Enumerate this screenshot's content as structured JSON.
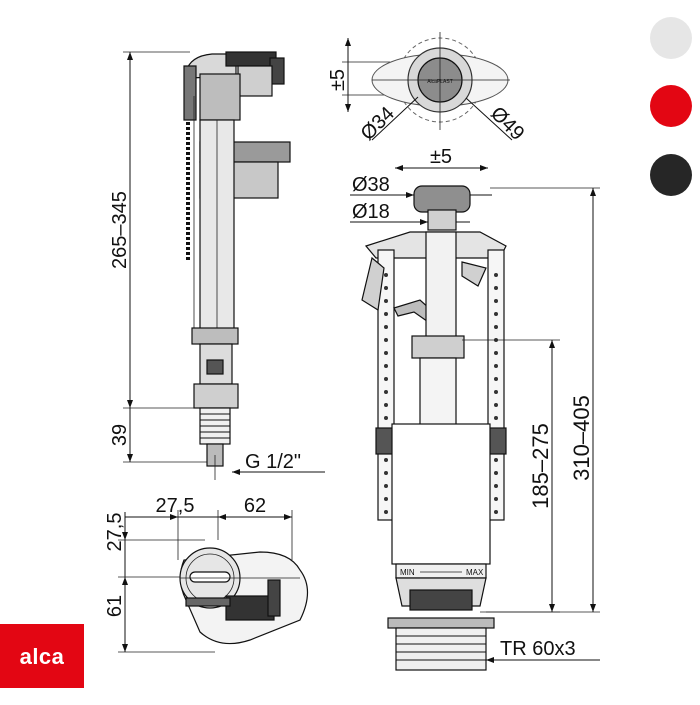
{
  "brand": {
    "logo_text": "alca",
    "logo_color": "#e30613",
    "tiny_mark": "AlcaPLAST"
  },
  "color_swatches": [
    {
      "name": "white",
      "color": "#e6e6e6"
    },
    {
      "name": "red",
      "color": "#e30613"
    },
    {
      "name": "black",
      "color": "#262626"
    }
  ],
  "fill_valve": {
    "height_range": "265–345",
    "thread_height": "39",
    "connection_thread": "G 1/2\""
  },
  "fill_valve_top_view": {
    "offset_vertical": "27,5",
    "offset_horizontal": "27,5",
    "width": "62",
    "height": "61"
  },
  "flush_valve_top_view": {
    "adjust": "±5",
    "inner_diameter": "Ø34",
    "outer_diameter": "Ø49"
  },
  "flush_valve": {
    "adjust": "±5",
    "button_diameter": "Ø38",
    "rod_diameter": "Ø18",
    "float_height_range": "185–275",
    "total_height_range": "310–405",
    "scale_min": "MIN",
    "scale_max": "MAX",
    "thread": "TR 60x3"
  }
}
